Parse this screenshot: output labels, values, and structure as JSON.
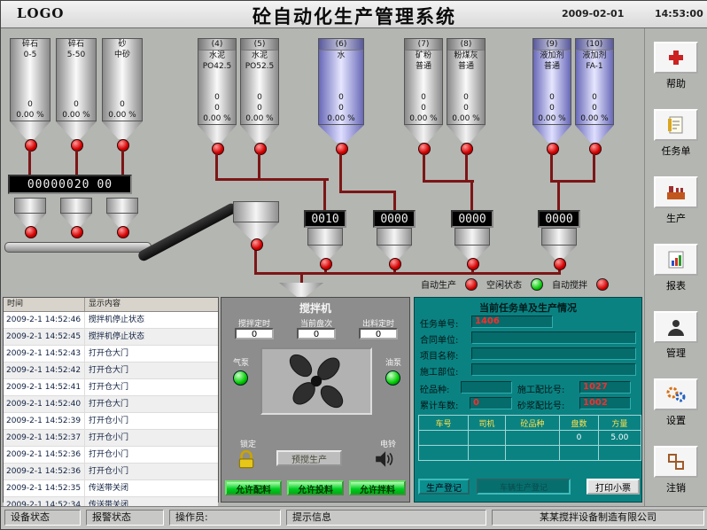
{
  "header": {
    "logo": "LOGO",
    "title": "砼自动化生产管理系统",
    "date": "2009-02-01",
    "time": "14:53:00"
  },
  "sidebar": {
    "items": [
      {
        "label": "帮助"
      },
      {
        "label": "任务单"
      },
      {
        "label": "生产"
      },
      {
        "label": "报表"
      },
      {
        "label": "管理"
      },
      {
        "label": "设置"
      },
      {
        "label": "注销"
      }
    ]
  },
  "agg_silos": [
    {
      "name": "碎石",
      "spec": "0-5",
      "v1": "0",
      "v2": "0.00 %"
    },
    {
      "name": "碎石",
      "spec": "5-50",
      "v1": "0",
      "v2": "0.00 %"
    },
    {
      "name": "砂",
      "spec": "中砂",
      "v1": "0",
      "v2": "0.00 %"
    }
  ],
  "tall_silos": [
    {
      "num": "(4)",
      "name": "水泥",
      "spec": "PO42.5",
      "v1": "0",
      "v2": "0",
      "v3": "0.00 %"
    },
    {
      "num": "(5)",
      "name": "水泥",
      "spec": "PO52.5",
      "v1": "0",
      "v2": "0",
      "v3": "0.00 %"
    },
    {
      "num": "(6)",
      "name": "水",
      "spec": "",
      "v1": "0",
      "v2": "0",
      "v3": "0.00 %"
    },
    {
      "num": "(7)",
      "name": "矿粉",
      "spec": "普通",
      "v1": "0",
      "v2": "0",
      "v3": "0.00 %"
    },
    {
      "num": "(8)",
      "name": "粉煤灰",
      "spec": "普通",
      "v1": "0",
      "v2": "0",
      "v3": "0.00 %"
    },
    {
      "num": "(9)",
      "name": "液加剂",
      "spec": "普通",
      "v1": "0",
      "v2": "0",
      "v3": "0.00 %"
    },
    {
      "num": "(10)",
      "name": "液加剂",
      "spec": "FA-1",
      "v1": "0",
      "v2": "0",
      "v3": "0.00 %"
    }
  ],
  "displays": {
    "agg_a": "00000020",
    "agg_b": "00",
    "cement": "0010",
    "water": "0000",
    "powder": "0000",
    "additive": "0000"
  },
  "indicators": [
    {
      "label": "自动生产",
      "state": "red"
    },
    {
      "label": "空闲状态",
      "state": "green"
    },
    {
      "label": "自动搅拌",
      "state": "red"
    }
  ],
  "log": {
    "col_time": "时间",
    "col_content": "显示内容",
    "rows": [
      {
        "t": "2009-2-1 14:52:46",
        "c": "搅拌机停止状态"
      },
      {
        "t": "2009-2-1 14:52:45",
        "c": "搅拌机停止状态"
      },
      {
        "t": "2009-2-1 14:52:43",
        "c": "打开仓大门"
      },
      {
        "t": "2009-2-1 14:52:42",
        "c": "打开仓大门"
      },
      {
        "t": "2009-2-1 14:52:41",
        "c": "打开仓大门"
      },
      {
        "t": "2009-2-1 14:52:40",
        "c": "打开仓大门"
      },
      {
        "t": "2009-2-1 14:52:39",
        "c": "打开仓小门"
      },
      {
        "t": "2009-2-1 14:52:37",
        "c": "打开仓小门"
      },
      {
        "t": "2009-2-1 14:52:36",
        "c": "打开仓小门"
      },
      {
        "t": "2009-2-1 14:52:36",
        "c": "打开仓小门"
      },
      {
        "t": "2009-2-1 14:52:35",
        "c": "传送带关闭"
      },
      {
        "t": "2009-2-1 14:52:34",
        "c": "传送带关闭"
      }
    ]
  },
  "mixer": {
    "title": "搅拌机",
    "timer1_label": "搅拌定时",
    "timer1": "0",
    "timer2_label": "当前盘次",
    "timer2": "0",
    "timer3_label": "出料定时",
    "timer3": "0",
    "pump_left": "气泵",
    "pump_right": "油泵",
    "lock_label": "锁定",
    "bell_label": "电铃",
    "mid_button": "预搅生产",
    "btn1": "允许配料",
    "btn2": "允许投料",
    "btn3": "允许拌料"
  },
  "task": {
    "title": "当前任务单及生产情况",
    "f1_label": "任务单号:",
    "f1": "1406",
    "f2_label": "合同单位:",
    "f2": "",
    "f3_label": "项目名称:",
    "f3": "",
    "f4_label": "施工部位:",
    "f4": "",
    "f5_label": "砼品种:",
    "f5": "",
    "f5b_label": "施工配比号:",
    "f5b": "1027",
    "f6_label": "累计车数:",
    "f6": "0",
    "f6b_label": "砂浆配比号:",
    "f6b": "1002",
    "table": {
      "h1": "车号",
      "h2": "司机",
      "h3": "砼品种",
      "h4": "盘数",
      "h5": "方量",
      "r1": [
        "",
        "",
        "",
        "0",
        "5.00"
      ]
    },
    "btn_register": "生产登记",
    "btn_middle": "车辆生产登记",
    "btn_print": "打印小票"
  },
  "statusbar": {
    "device": "设备状态",
    "alarm": "报警状态",
    "operator": "操作员:",
    "message": "提示信息",
    "company": "某某搅拌设备制造有限公司"
  }
}
